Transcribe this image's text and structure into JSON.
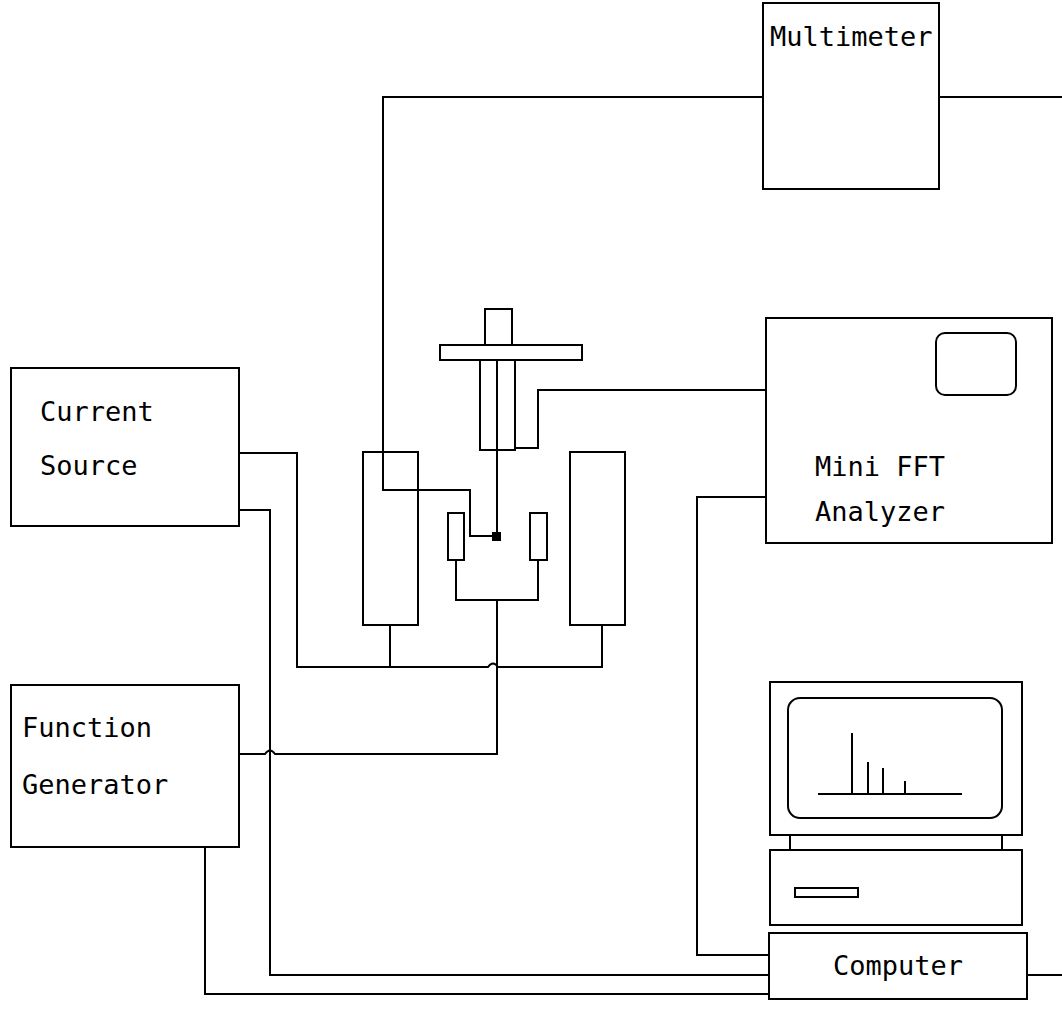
{
  "diagram": {
    "nodes": [
      {
        "text": [
          "Multimeter"
        ]
      },
      {
        "text": [
          "Current Source"
        ]
      },
      {
        "text": [
          "Mini FFT Analyzer"
        ]
      },
      {
        "text": [
          "Function Generator"
        ]
      },
      {
        "text": [
          "Computer"
        ]
      }
    ],
    "edges": [
      {
        "from": 0,
        "to": 4,
        "arrow": "none"
      },
      {
        "from": 2,
        "to": 4,
        "arrow": "none"
      },
      {
        "from": 3,
        "to": 4,
        "arrow": "none"
      },
      {
        "from": 1,
        "to": 4,
        "arrow": "none"
      }
    ]
  }
}
